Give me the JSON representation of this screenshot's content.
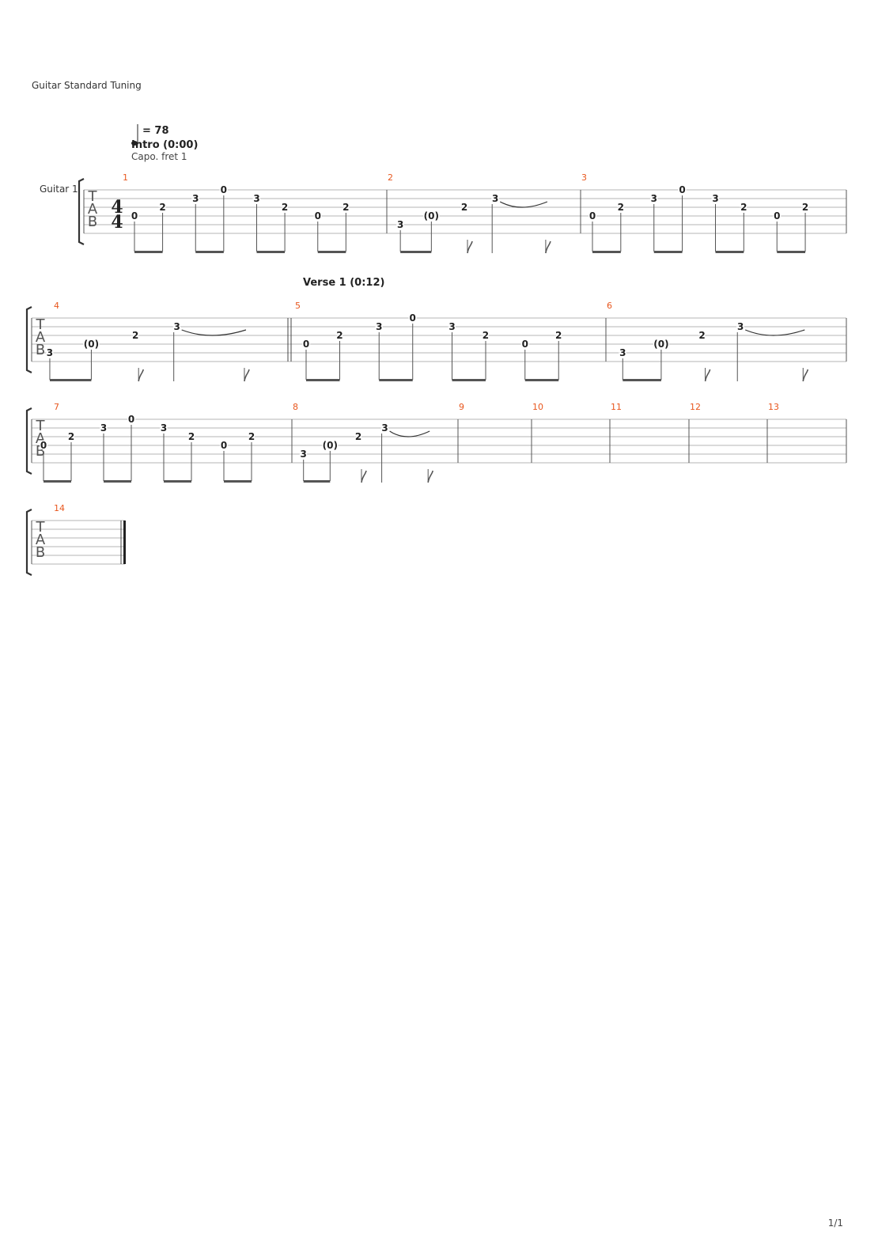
{
  "header": {
    "tuning": "Guitar Standard Tuning",
    "tempo_value": "= 78",
    "capo": "Capo. fret 1",
    "track_name": "Guitar 1",
    "time_signature": {
      "top": "4",
      "bottom": "4"
    }
  },
  "tab_letters": [
    "T",
    "A",
    "B"
  ],
  "sections": [
    {
      "label": "Intro (0:00)",
      "measure": 1
    },
    {
      "label": "Verse 1 (0:12)",
      "measure": 5
    }
  ],
  "measures": [
    {
      "number": "1",
      "notes": [
        {
          "fret": "0",
          "string": 4
        },
        {
          "fret": "2",
          "string": 3
        },
        {
          "fret": "3",
          "string": 2
        },
        {
          "fret": "0",
          "string": 1
        },
        {
          "fret": "3",
          "string": 2
        },
        {
          "fret": "2",
          "string": 3
        },
        {
          "fret": "0",
          "string": 4
        },
        {
          "fret": "2",
          "string": 3
        }
      ],
      "rhythm": "eighths"
    },
    {
      "number": "2",
      "notes": [
        {
          "fret": "3",
          "string": 5
        },
        {
          "fret": "(0)",
          "string": 4
        },
        {
          "fret": "2",
          "string": 3
        },
        {
          "fret": "3",
          "string": 2
        }
      ],
      "rhythm": "tail",
      "tie_from": 3
    },
    {
      "number": "3",
      "notes": [
        {
          "fret": "0",
          "string": 4
        },
        {
          "fret": "2",
          "string": 3
        },
        {
          "fret": "3",
          "string": 2
        },
        {
          "fret": "0",
          "string": 1
        },
        {
          "fret": "3",
          "string": 2
        },
        {
          "fret": "2",
          "string": 3
        },
        {
          "fret": "0",
          "string": 4
        },
        {
          "fret": "2",
          "string": 3
        }
      ],
      "rhythm": "eighths"
    },
    {
      "number": "4",
      "notes": [
        {
          "fret": "3",
          "string": 5
        },
        {
          "fret": "(0)",
          "string": 4
        },
        {
          "fret": "2",
          "string": 3
        },
        {
          "fret": "3",
          "string": 2
        }
      ],
      "rhythm": "tail",
      "tie_from": 3,
      "double_bar_end": true
    },
    {
      "number": "5",
      "notes": [
        {
          "fret": "0",
          "string": 4
        },
        {
          "fret": "2",
          "string": 3
        },
        {
          "fret": "3",
          "string": 2
        },
        {
          "fret": "0",
          "string": 1
        },
        {
          "fret": "3",
          "string": 2
        },
        {
          "fret": "2",
          "string": 3
        },
        {
          "fret": "0",
          "string": 4
        },
        {
          "fret": "2",
          "string": 3
        }
      ],
      "rhythm": "eighths"
    },
    {
      "number": "6",
      "notes": [
        {
          "fret": "3",
          "string": 5
        },
        {
          "fret": "(0)",
          "string": 4
        },
        {
          "fret": "2",
          "string": 3
        },
        {
          "fret": "3",
          "string": 2
        }
      ],
      "rhythm": "tail",
      "tie_from": 3
    },
    {
      "number": "7",
      "notes": [
        {
          "fret": "0",
          "string": 4
        },
        {
          "fret": "2",
          "string": 3
        },
        {
          "fret": "3",
          "string": 2
        },
        {
          "fret": "0",
          "string": 1
        },
        {
          "fret": "3",
          "string": 2
        },
        {
          "fret": "2",
          "string": 3
        },
        {
          "fret": "0",
          "string": 4
        },
        {
          "fret": "2",
          "string": 3
        }
      ],
      "rhythm": "eighths"
    },
    {
      "number": "8",
      "notes": [
        {
          "fret": "3",
          "string": 5
        },
        {
          "fret": "(0)",
          "string": 4
        },
        {
          "fret": "2",
          "string": 3
        },
        {
          "fret": "3",
          "string": 2
        }
      ],
      "rhythm": "tail",
      "tie_from": 3
    },
    {
      "number": "9",
      "notes": [],
      "rhythm": "empty"
    },
    {
      "number": "10",
      "notes": [],
      "rhythm": "empty"
    },
    {
      "number": "11",
      "notes": [],
      "rhythm": "empty"
    },
    {
      "number": "12",
      "notes": [],
      "rhythm": "empty"
    },
    {
      "number": "13",
      "notes": [],
      "rhythm": "empty"
    },
    {
      "number": "14",
      "notes": [],
      "rhythm": "empty",
      "final_bar": true
    }
  ],
  "colors": {
    "measure_number": "#e8571e",
    "staff_line": "#b4b4b4",
    "ink": "#222222",
    "bracket": "#333333"
  },
  "footer": {
    "page_number": "1/1"
  }
}
